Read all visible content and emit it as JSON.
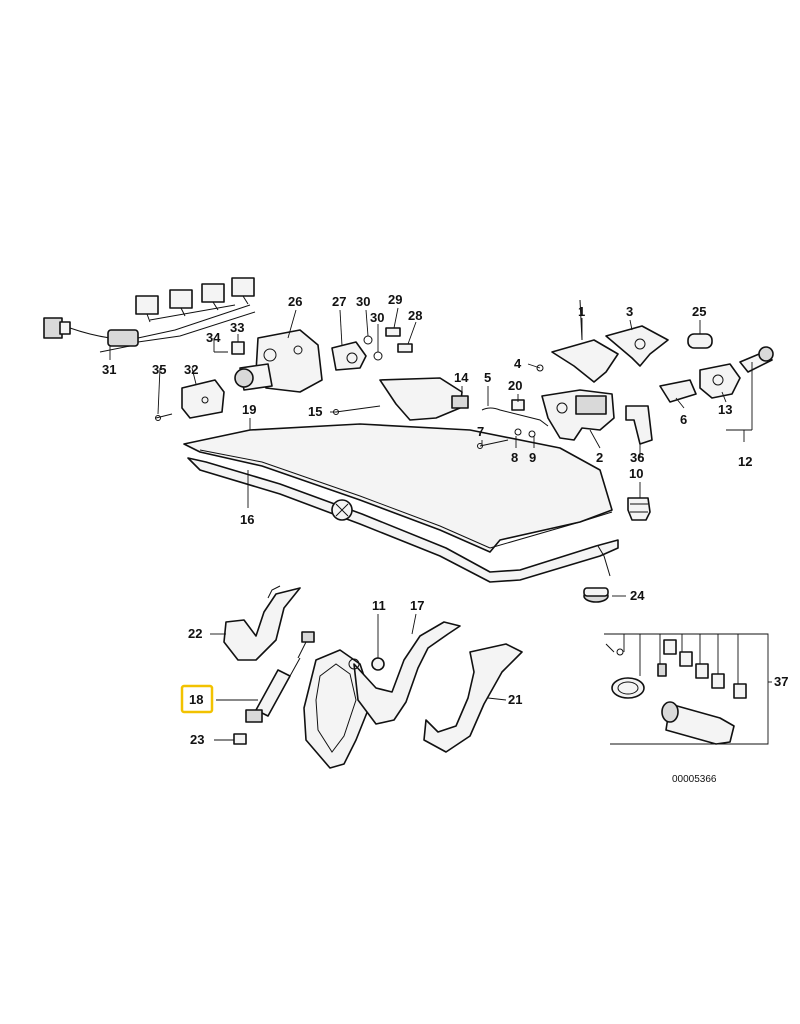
{
  "diagram": {
    "labels": {
      "p1": "1",
      "p2": "2",
      "p3": "3",
      "p4": "4",
      "p5": "5",
      "p6": "6",
      "p7": "7",
      "p8": "8",
      "p9": "9",
      "p10": "10",
      "p11": "11",
      "p12": "12",
      "p13": "13",
      "p14": "14",
      "p15": "15",
      "p16": "16",
      "p17": "17",
      "p18": "18",
      "p19": "19",
      "p20": "20",
      "p21": "21",
      "p22": "22",
      "p23": "23",
      "p24": "24",
      "p25": "25",
      "p26": "26",
      "p27": "27",
      "p28": "28",
      "p29": "29",
      "p30a": "30",
      "p30b": "30",
      "p31": "31",
      "p32": "32",
      "p33": "33",
      "p34": "34",
      "p35": "35",
      "p36": "36",
      "p37": "37"
    },
    "highlighted_part": "18",
    "highlight_color": "#f2c200",
    "drawing_code": "00005366"
  }
}
